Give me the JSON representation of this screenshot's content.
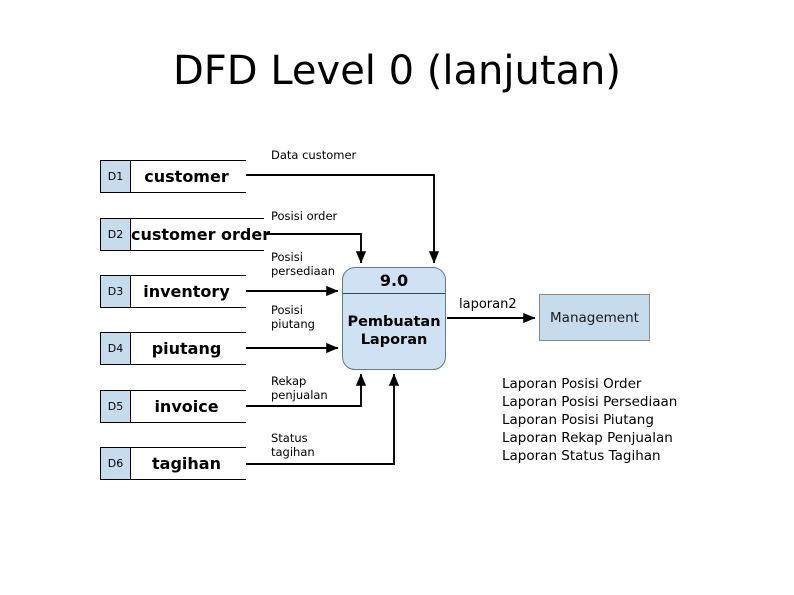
{
  "page": {
    "title": "DFD Level 0 (lanjutan)",
    "background_color": "#ffffff"
  },
  "colors": {
    "datastore_id_fill": "#c6dbec",
    "process_fill": "#cfe2f3",
    "process_border": "#5c7a93",
    "entity_fill": "#c6dbec",
    "entity_border": "#8a8a8a",
    "line": "#000000",
    "text": "#000000"
  },
  "datastores": [
    {
      "id": "D1",
      "name": "customer"
    },
    {
      "id": "D2",
      "name": "customer order"
    },
    {
      "id": "D3",
      "name": "inventory"
    },
    {
      "id": "D4",
      "name": "piutang"
    },
    {
      "id": "D5",
      "name": "invoice"
    },
    {
      "id": "D6",
      "name": "tagihan"
    }
  ],
  "process": {
    "number": "9.0",
    "name": "Pembuatan Laporan"
  },
  "entities": [
    {
      "name": "Management"
    }
  ],
  "flows": [
    {
      "label": "Data customer",
      "from": "D1",
      "to": "9.0"
    },
    {
      "label": "Posisi order",
      "from": "D2",
      "to": "9.0"
    },
    {
      "label": "Posisi persediaan",
      "from": "D3",
      "to": "9.0"
    },
    {
      "label": "Posisi piutang",
      "from": "D4",
      "to": "9.0"
    },
    {
      "label": "Rekap penjualan",
      "from": "D5",
      "to": "9.0"
    },
    {
      "label": "Status tagihan",
      "from": "D6",
      "to": "9.0"
    },
    {
      "label": "laporan2",
      "from": "9.0",
      "to": "Management"
    }
  ],
  "flow_labels": {
    "data_customer": "Data customer",
    "posisi_order": "Posisi order",
    "posisi_persediaan": "Posisi\npersediaan",
    "posisi_piutang": "Posisi\npiutang",
    "rekap_penjualan": "Rekap\npenjualan",
    "status_tagihan": "Status\ntagihan",
    "laporan2": "laporan2"
  },
  "report_list": [
    "Laporan Posisi Order",
    "Laporan Posisi Persediaan",
    "Laporan Posisi Piutang",
    "Laporan Rekap Penjualan",
    "Laporan Status Tagihan"
  ]
}
